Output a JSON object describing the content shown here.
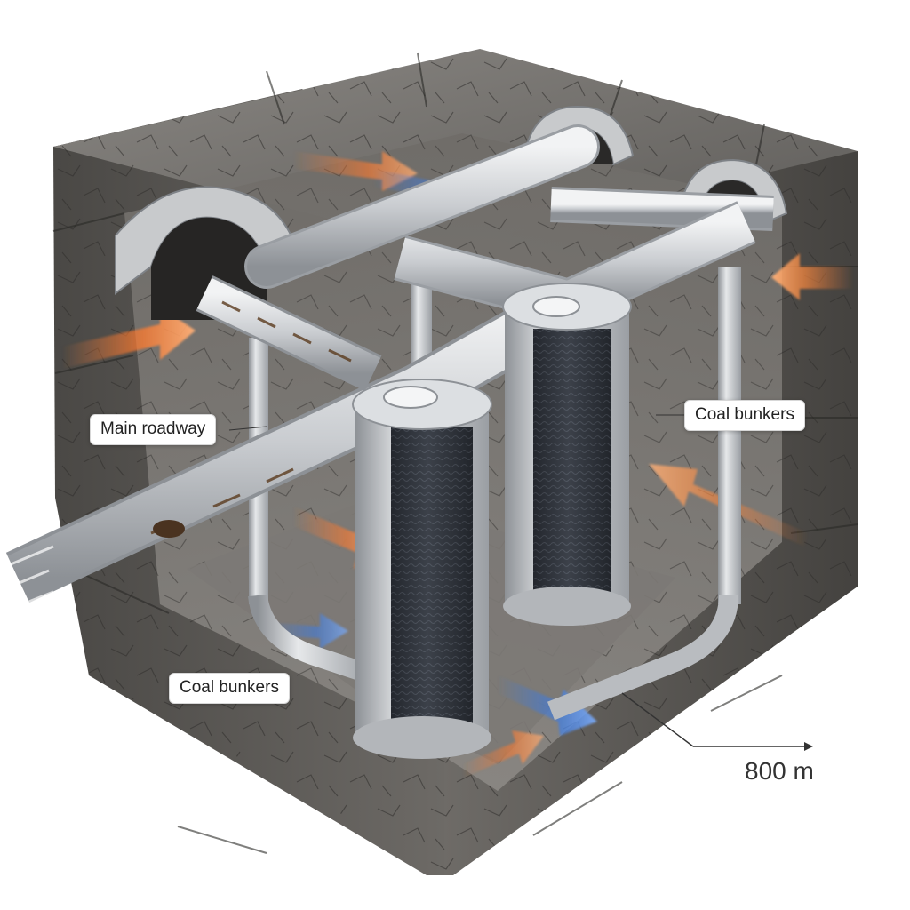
{
  "labels": {
    "main_roadway": "Main roadway",
    "coal_bunkers_right": "Coal bunkers",
    "coal_bunkers_left": "Coal bunkers",
    "depth": "800 m"
  },
  "colors": {
    "rock_dark": "#3e3d3b",
    "rock_mid": "#6b6966",
    "rock_light": "#9c9995",
    "pipe": "#d4d6d8",
    "pipe_shade": "#9fa3a7",
    "coal": "#2b2f36",
    "airflow_warm": "#ff7a2e",
    "airflow_cool": "#3d7be0"
  },
  "icons": [
    "rock-cube",
    "roadway-tunnel",
    "coal-bunker-cylinder",
    "airflow-arrow",
    "depth-arrow"
  ]
}
